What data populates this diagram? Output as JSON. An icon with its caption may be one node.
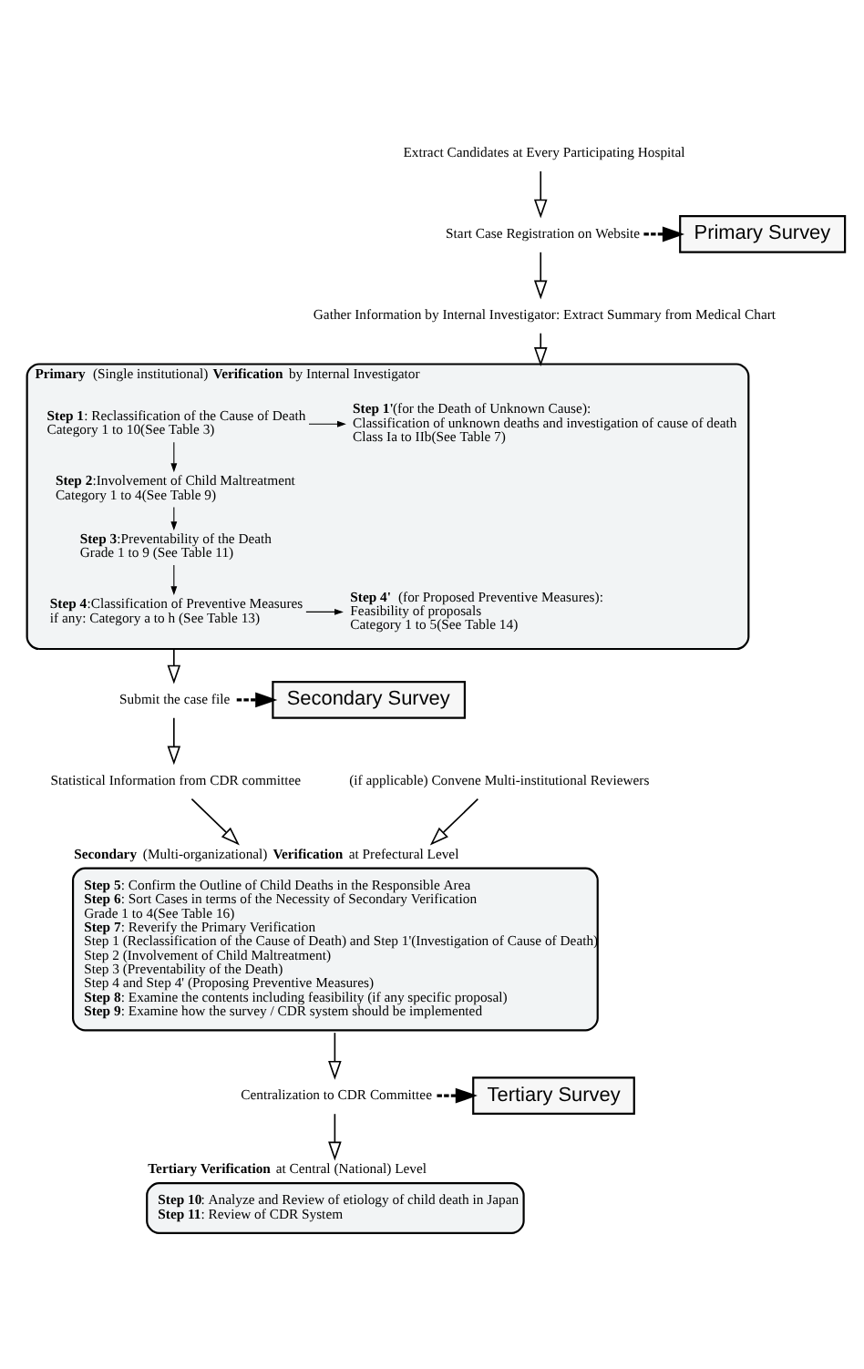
{
  "diagram": {
    "nodes": [
      {
        "text": [
          "Extract Candidates at Every Participating Hospital"
        ]
      },
      {
        "text": [
          "Start Case Registration on Website"
        ]
      },
      {
        "text": [
          "Primary Survey"
        ]
      },
      {
        "text": [
          "Gather Information by Internal Investigator: Extract Summary from Medical Chart"
        ]
      },
      {
        "text": [
          "**Primary** (Single institutional) **Verification** by Internal Investigator"
        ]
      },
      {
        "text": [
          "**Step 1**: Reclassification of the Cause of Death",
          "Category 1 to 10(See Table 3)"
        ],
        "in": 4
      },
      {
        "text": [
          "**Step 2**:Involvement of Child Maltreatment",
          "Category 1 to 4(See Table 9)"
        ],
        "in": 4
      },
      {
        "text": [
          "**Step 3**:Preventability of the Death",
          "Grade 1 to 9 (See Table 11)"
        ],
        "in": 4
      },
      {
        "text": [
          "**Step 4**:Classification of Preventive Measures",
          "if any: Category a to h (See Table 13)"
        ],
        "in": 4
      },
      {
        "text": [
          "**Step 1'**(for the Death of Unknown Cause):",
          "Classification of unknown deaths and investigation of cause of death",
          "Class Ia to IIb(See Table 7)"
        ],
        "in": 4
      },
      {
        "text": [
          "**Step 4'** (for Proposed Preventive Measures):",
          "Feasibility of proposals",
          "Category 1 to 5(See Table 14)"
        ],
        "in": 4
      },
      {
        "text": [
          "Submit the case file"
        ]
      },
      {
        "text": [
          "Secondary Survey"
        ]
      },
      {
        "text": [
          "Statistical Information from CDR committee"
        ]
      },
      {
        "text": [
          "(if applicable) Convene Multi-institutional Reviewers"
        ]
      },
      {
        "text": [
          "**Secondary** (Multi-organizational) **Verification** at Prefectural Level",
          "**Step 5**: Confirm the Outline of Child Deaths in the Responsible Area",
          "**Step 6**: Sort Cases in terms of the Necessity of Secondary Verification",
          "Grade 1 to 4(See Table 16)",
          "**Step 7**: Reverify the Primary Verification",
          "Step 1 (Reclassification of the Cause of Death) and Step 1'(Investigation of Cause of Death)",
          "Step 2 (Involvement of Child Maltreatment)",
          "Step 3 (Preventability of the Death)",
          "Step 4 and Step 4' (Proposing Preventive Measures)",
          "**Step 8**: Examine the contents including feasibility (if any specific proposal)",
          "**Step 9**: Examine how the survey / CDR system should be implemented"
        ]
      },
      {
        "text": [
          "Centralization to CDR Committee"
        ]
      },
      {
        "text": [
          "Tertiary Survey"
        ]
      },
      {
        "text": [
          "**Tertiary Verification** at Central (National) Level",
          "**Step 10**: Analyze and Review of etiology of child death in Japan",
          "**Step 11**: Review of CDR System"
        ]
      }
    ],
    "edges": [
      {
        "from": 0,
        "to": 1,
        "arrow": "to"
      },
      {
        "from": 1,
        "to": 2,
        "arrow": "to",
        "style": "dashed"
      },
      {
        "from": 1,
        "to": 3,
        "arrow": "to"
      },
      {
        "from": 3,
        "to": 4,
        "arrow": "to"
      },
      {
        "from": 5,
        "to": 6,
        "arrow": "to"
      },
      {
        "from": 6,
        "to": 7,
        "arrow": "to"
      },
      {
        "from": 7,
        "to": 8,
        "arrow": "to"
      },
      {
        "from": 5,
        "to": 9,
        "arrow": "to"
      },
      {
        "from": 8,
        "to": 10,
        "arrow": "to"
      },
      {
        "from": 4,
        "to": 11,
        "arrow": "to"
      },
      {
        "from": 11,
        "to": 12,
        "arrow": "to",
        "style": "dashed"
      },
      {
        "from": 11,
        "to": 13,
        "arrow": "to"
      },
      {
        "from": 13,
        "to": 15,
        "arrow": "to"
      },
      {
        "from": 14,
        "to": 15,
        "arrow": "to"
      },
      {
        "from": 15,
        "to": 16,
        "arrow": "to"
      },
      {
        "from": 16,
        "to": 17,
        "arrow": "to",
        "style": "dashed"
      },
      {
        "from": 16,
        "to": 18,
        "arrow": "to"
      }
    ]
  }
}
